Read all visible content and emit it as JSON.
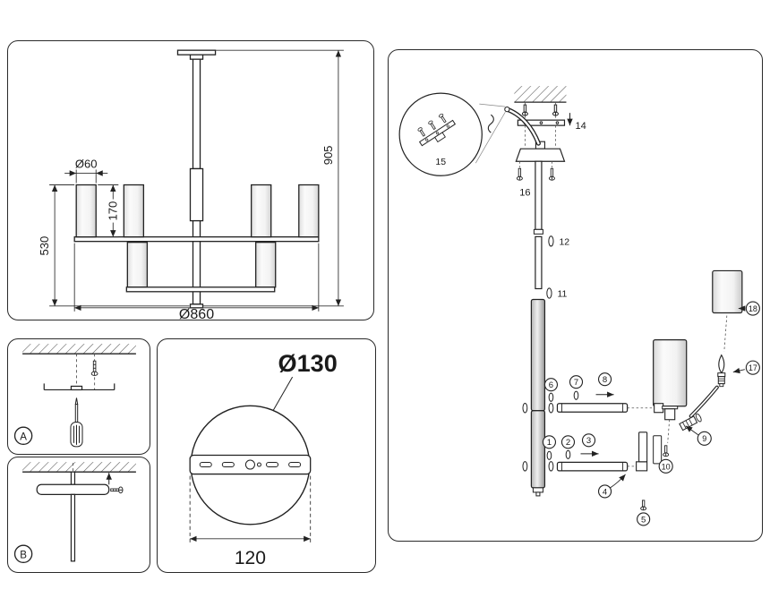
{
  "front_view": {
    "shade_diameter": "Ø60",
    "shade_height": "170",
    "fixture_height": "530",
    "overall_height": "905",
    "overall_diameter": "Ø860"
  },
  "detail_a": {
    "label": "A"
  },
  "detail_b": {
    "label": "B"
  },
  "canopy_detail": {
    "diameter": "Ø130",
    "bracket_length": "120"
  },
  "exploded": {
    "part_1": "1",
    "part_2": "2",
    "part_3": "3",
    "part_4": "4",
    "part_5": "5",
    "part_6": "6",
    "part_7": "7",
    "part_8": "8",
    "part_9": "9",
    "part_10": "10",
    "part_11": "11",
    "part_12": "12",
    "part_14": "14",
    "part_15": "15",
    "part_16": "16",
    "part_17": "17",
    "part_18": "18"
  },
  "colors": {
    "line": "#222222",
    "background": "#ffffff"
  }
}
